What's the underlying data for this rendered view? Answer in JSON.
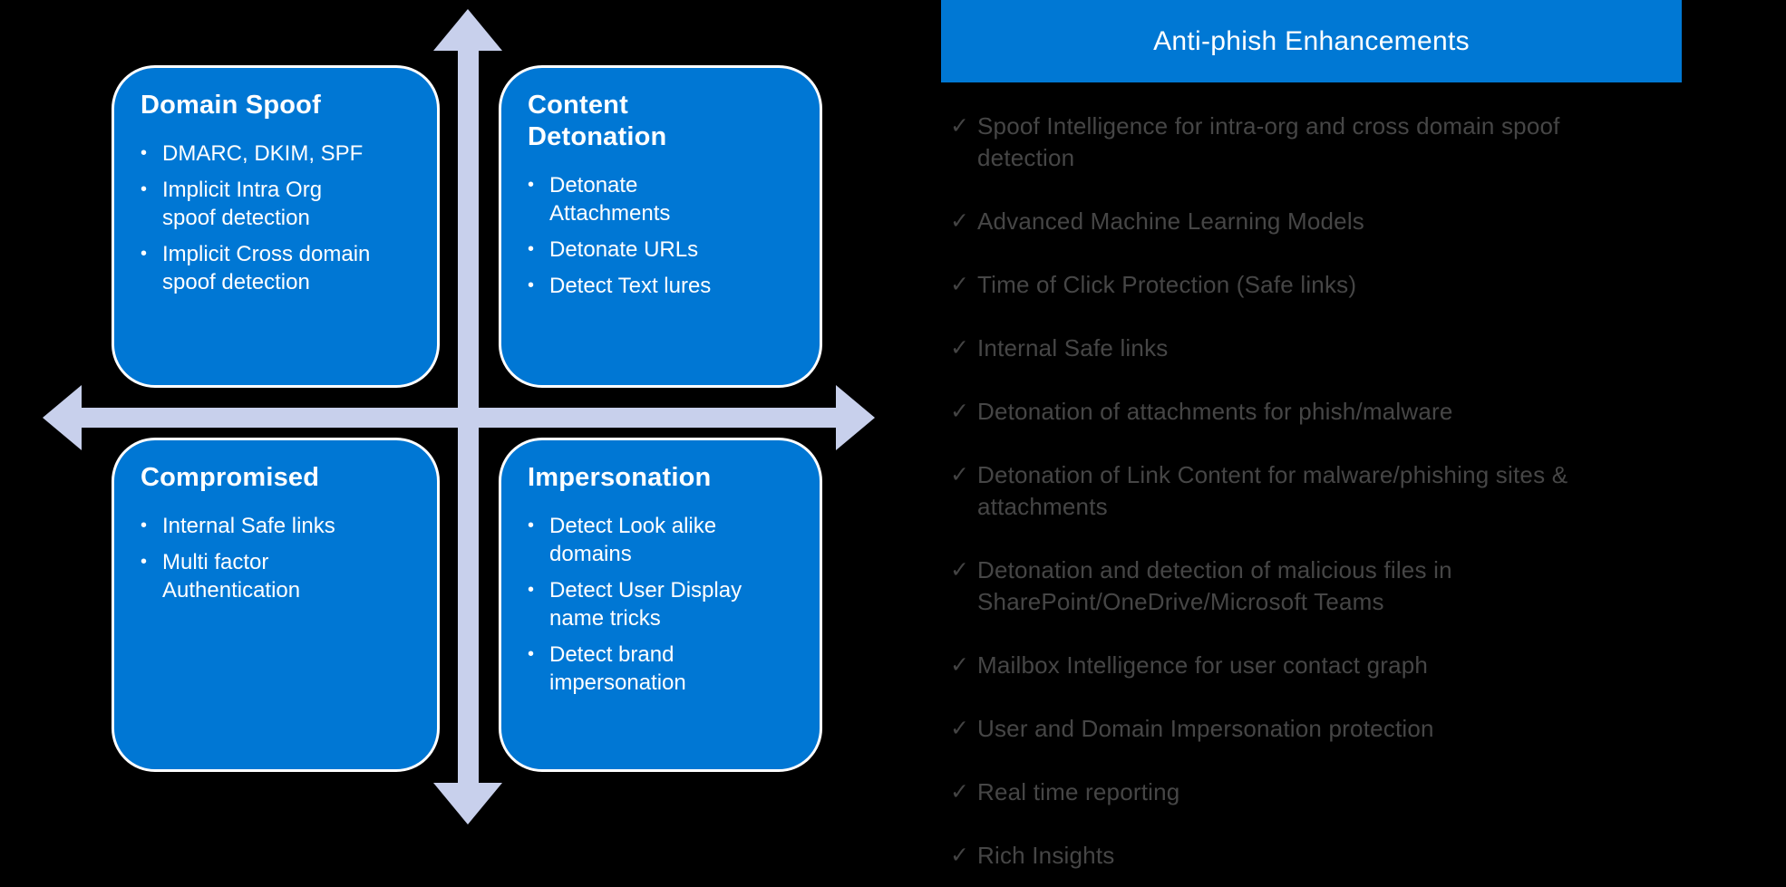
{
  "quadrant": {
    "bullet_glyph": "•",
    "boxes": [
      {
        "title": "Domain Spoof",
        "bullets": [
          "DMARC, DKIM, SPF",
          "Implicit Intra Org\nspoof detection",
          "Implicit Cross domain\nspoof detection"
        ]
      },
      {
        "title": "Content\nDetonation",
        "bullets": [
          "Detonate\nAttachments",
          "Detonate URLs",
          "Detect Text lures"
        ]
      },
      {
        "title": "Compromised",
        "bullets": [
          "Internal Safe links",
          "Multi factor\nAuthentication"
        ]
      },
      {
        "title": "Impersonation",
        "bullets": [
          "Detect Look alike\ndomains",
          "Detect User Display\nname tricks",
          "Detect brand\nimpersonation"
        ]
      }
    ]
  },
  "panel": {
    "title": "Anti-phish Enhancements",
    "check_glyph": "✓",
    "items": [
      "Spoof Intelligence for intra-org and cross domain spoof\ndetection",
      "Advanced Machine Learning Models",
      "Time of Click Protection (Safe links)",
      "Internal Safe links",
      "Detonation of attachments for phish/malware",
      "Detonation of Link Content for malware/phishing sites &\nattachments",
      "Detonation and detection of malicious files in\nSharePoint/OneDrive/Microsoft Teams",
      "Mailbox Intelligence for user contact graph",
      "User and Domain Impersonation protection",
      "Real time reporting",
      "Rich Insights"
    ]
  },
  "colors": {
    "background": "#000000",
    "box_blue": "#0077d4",
    "banner_blue": "#0078d4",
    "arrow_lavender": "#c8d0ec",
    "box_text": "#ffffff",
    "checklist_text": "#464646"
  }
}
